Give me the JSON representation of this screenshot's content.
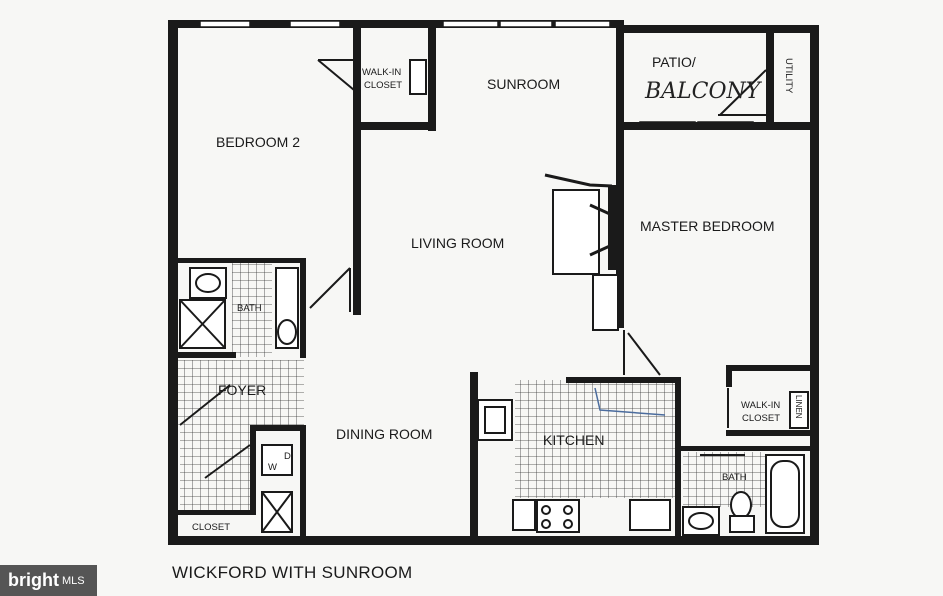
{
  "plan": {
    "title": "WICKFORD WITH SUNROOM",
    "rooms": {
      "bedroom2": "BEDROOM 2",
      "walkin_closet_a_line1": "WALK-IN",
      "walkin_closet_a_line2": "CLOSET",
      "sunroom": "SUNROOM",
      "patio_line1": "PATIO/",
      "patio_line2": "BALCONY",
      "utility": "UTILITY",
      "living_room": "LIVING ROOM",
      "master_bedroom": "MASTER BEDROOM",
      "bath_a": "BATH",
      "foyer": "FOYER",
      "dining_room": "DINING ROOM",
      "kitchen": "KITCHEN",
      "walkin_closet_b_line1": "WALK-IN",
      "walkin_closet_b_line2": "CLOSET",
      "linen": "LINEN",
      "bath_b": "BATH",
      "closet": "CLOSET",
      "washer": "W",
      "dryer": "D"
    }
  },
  "watermark": {
    "brand": "bright",
    "suffix": "MLS"
  }
}
